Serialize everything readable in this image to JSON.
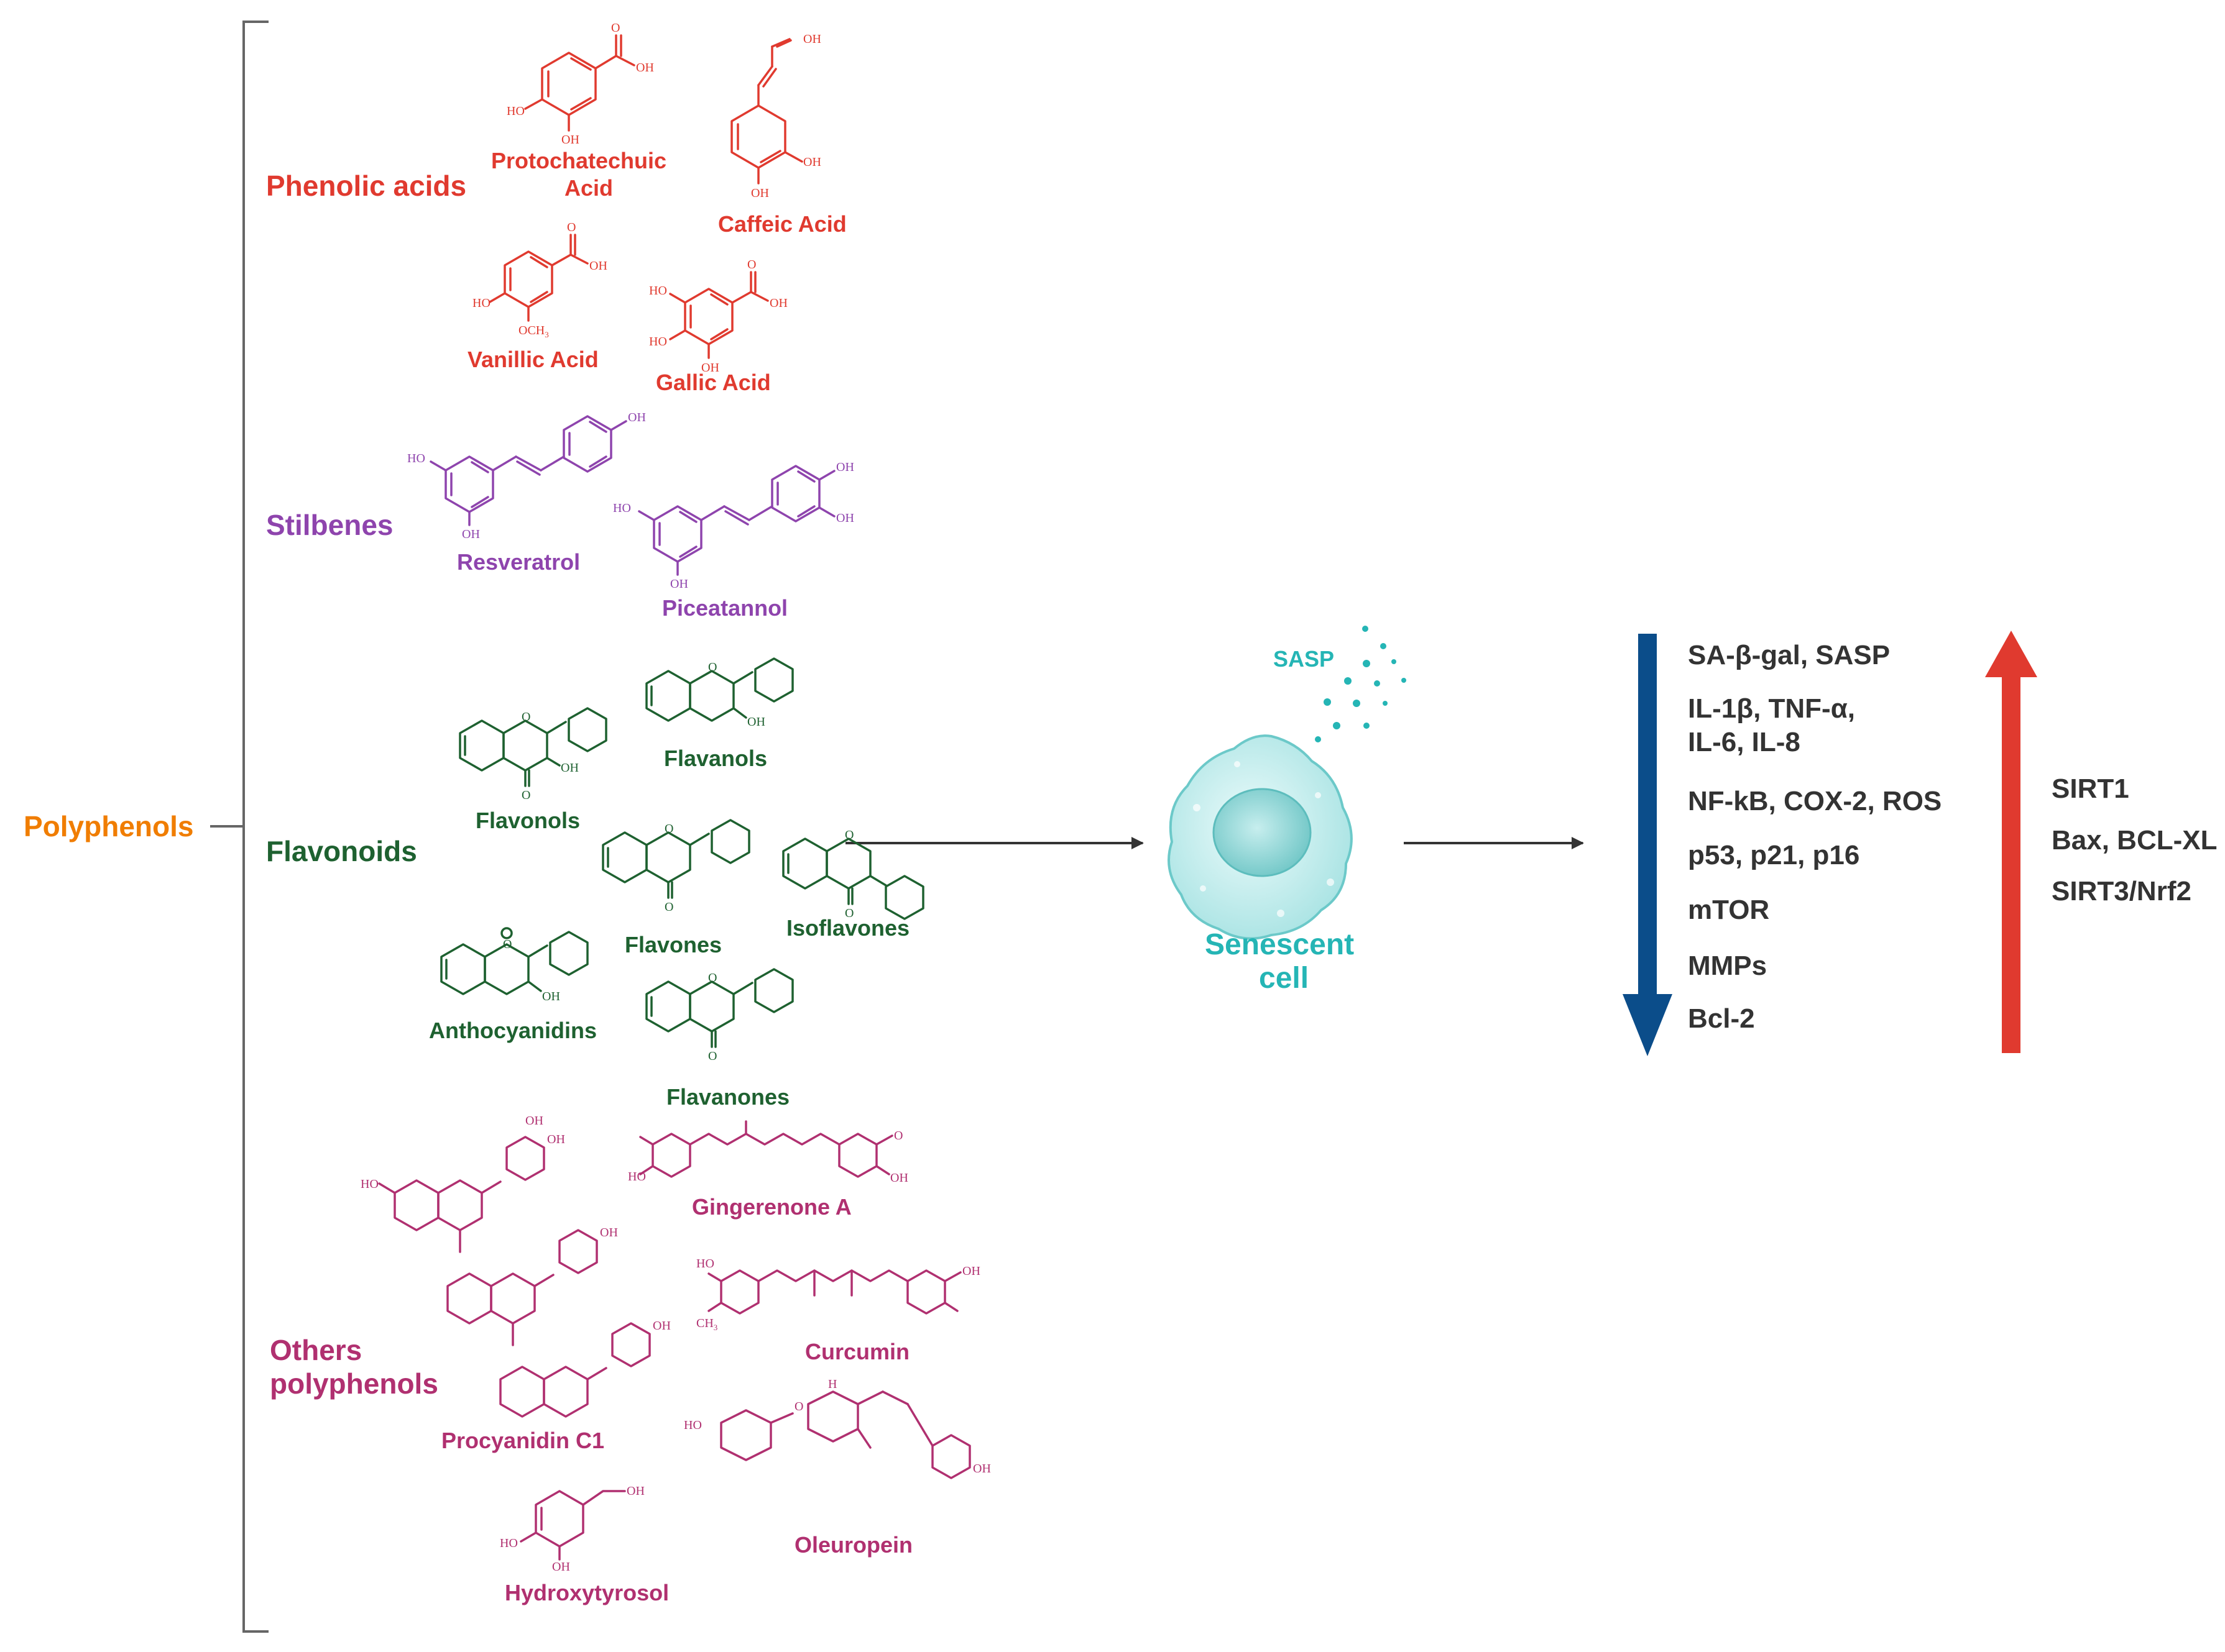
{
  "root_label": "Polyphenols",
  "categories": {
    "phenolic_acids": "Phenolic acids",
    "stilbenes": "Stilbenes",
    "flavonoids": "Flavonoids",
    "others_line1": "Others",
    "others_line2": "polyphenols"
  },
  "compounds": {
    "protocatechuic_line1": "Protochatechuic",
    "protocatechuic_line2": "Acid",
    "caffeic": "Caffeic Acid",
    "vanillic": "Vanillic Acid",
    "gallic": "Gallic Acid",
    "resveratrol": "Resveratrol",
    "piceatannol": "Piceatannol",
    "flavonols": "Flavonols",
    "flavanols": "Flavanols",
    "flavones": "Flavones",
    "isoflavones": "Isoflavones",
    "anthocyanidins": "Anthocyanidins",
    "flavanones": "Flavanones",
    "gingerenone": "Gingerenone A",
    "curcumin": "Curcumin",
    "procyanidin": "Procyanidin C1",
    "oleuropein": "Oleuropein",
    "hydroxytyrosol": "Hydroxytyrosol"
  },
  "atoms": {
    "oh": "OH",
    "ho": "HO",
    "o": "O",
    "och3": "OCH",
    "ch3": "CH",
    "h": "H",
    "sub3": "3"
  },
  "cell": {
    "sasp": "SASP",
    "line1": "Senescent",
    "line2": "cell"
  },
  "down_markers": [
    "SA-β-gal, SASP",
    "IL-1β, TNF-α,",
    "IL-6, IL-8",
    "NF-kB, COX-2, ROS",
    "p53, p21, p16",
    "mTOR",
    "MMPs",
    "Bcl-2"
  ],
  "up_markers": [
    "SIRT1",
    "Bax, BCL-XL",
    "SIRT3/Nrf2"
  ],
  "colors": {
    "phenolic": "#e03a2f",
    "stilbene": "#8e44ad",
    "flavonoid": "#1e6130",
    "others": "#b03070",
    "root": "#f07d00",
    "teal": "#25b5b5",
    "down_arrow": "#0b4d8a",
    "up_arrow": "#e03a2f",
    "bracket": "#666666",
    "arrow": "#333333"
  },
  "icons": {
    "down": "arrow-down-icon",
    "up": "arrow-up-icon",
    "cell": "senescent-cell-icon"
  }
}
